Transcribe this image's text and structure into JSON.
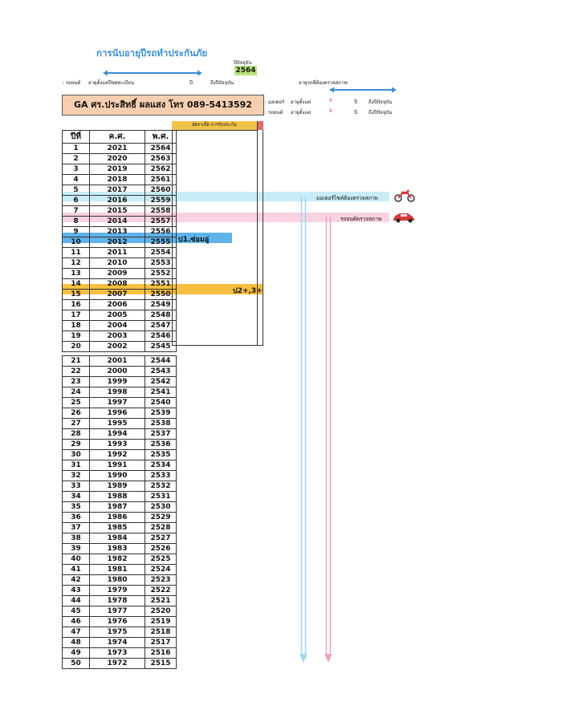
{
  "title": "การนับอายุปีรถทำประกันภัย",
  "current_year_label": "ปีปัจจุบัน",
  "current_year": "2564",
  "left_note": {
    "prefix": ": รถยนต์",
    "text": "อายุตั้งแต่ปีจดทะเบียน",
    "unit": "ปี",
    "to": "ถึงปีปัจจุบัน"
  },
  "inspect_title": "อายุรถที่ต้องตรวจสภาพ",
  "inspect_rows": [
    {
      "label": ": มอเตอร์",
      "text": "อายุตั้งแต่",
      "years": "6",
      "unit": "ปี",
      "to": "ถึงปีปัจจุบัน"
    },
    {
      "label": ": รถยนต์",
      "text": "อายุตั้งแต่",
      "years": "8",
      "unit": "ปี",
      "to": "ถึงปีปัจจุบัน"
    }
  ],
  "agent": "GA ศร.ประสิทธิ์ ผลแสง โทร 089-5413592",
  "insurance_header": "อัตราเบี้ย การรับประกัน",
  "columns": [
    "ปีที่",
    "ค.ศ.",
    "พ.ศ."
  ],
  "table1": [
    [
      "1",
      "2021",
      "2564"
    ],
    [
      "2",
      "2020",
      "2563"
    ],
    [
      "3",
      "2019",
      "2562"
    ],
    [
      "4",
      "2018",
      "2561"
    ],
    [
      "5",
      "2017",
      "2560"
    ],
    [
      "6",
      "2016",
      "2559"
    ],
    [
      "7",
      "2015",
      "2558"
    ],
    [
      "8",
      "2014",
      "2557"
    ],
    [
      "9",
      "2013",
      "2556"
    ],
    [
      "10",
      "2012",
      "2555"
    ],
    [
      "11",
      "2011",
      "2554"
    ],
    [
      "12",
      "2010",
      "2553"
    ],
    [
      "13",
      "2009",
      "2552"
    ],
    [
      "14",
      "2008",
      "2551"
    ],
    [
      "15",
      "2007",
      "2550"
    ],
    [
      "16",
      "2006",
      "2549"
    ],
    [
      "17",
      "2005",
      "2548"
    ],
    [
      "18",
      "2004",
      "2547"
    ],
    [
      "19",
      "2003",
      "2546"
    ],
    [
      "20",
      "2002",
      "2545"
    ]
  ],
  "table2": [
    [
      "21",
      "2001",
      "2544"
    ],
    [
      "22",
      "2000",
      "2543"
    ],
    [
      "23",
      "1999",
      "2542"
    ],
    [
      "24",
      "1998",
      "2541"
    ],
    [
      "25",
      "1997",
      "2540"
    ],
    [
      "26",
      "1996",
      "2539"
    ],
    [
      "27",
      "1995",
      "2538"
    ],
    [
      "28",
      "1994",
      "2537"
    ],
    [
      "29",
      "1993",
      "2536"
    ],
    [
      "30",
      "1992",
      "2535"
    ],
    [
      "31",
      "1991",
      "2534"
    ],
    [
      "32",
      "1990",
      "2533"
    ],
    [
      "33",
      "1989",
      "2532"
    ],
    [
      "34",
      "1988",
      "2531"
    ],
    [
      "35",
      "1987",
      "2530"
    ],
    [
      "36",
      "1986",
      "2529"
    ],
    [
      "37",
      "1985",
      "2528"
    ],
    [
      "38",
      "1984",
      "2527"
    ],
    [
      "39",
      "1983",
      "2526"
    ],
    [
      "40",
      "1982",
      "2525"
    ],
    [
      "41",
      "1981",
      "2524"
    ],
    [
      "42",
      "1980",
      "2523"
    ],
    [
      "43",
      "1979",
      "2522"
    ],
    [
      "44",
      "1978",
      "2521"
    ],
    [
      "45",
      "1977",
      "2520"
    ],
    [
      "46",
      "1976",
      "2519"
    ],
    [
      "47",
      "1975",
      "2518"
    ],
    [
      "48",
      "1974",
      "2517"
    ],
    [
      "49",
      "1973",
      "2516"
    ],
    [
      "50",
      "1972",
      "2515"
    ]
  ],
  "notes": {
    "moto_inspect": "มอเตอร์ไซค์ต้องตรวจสภาพ",
    "car_inspect": "รถยนต์ตรวจสภาพ",
    "row10": "ป1.ซ่อมอู่",
    "row15": "ป2+,3+"
  },
  "icons": [
    "motorcycle-icon",
    "car-icon"
  ],
  "colors": {
    "title": "#3b8fd6",
    "current_year_bg": "#b9e27a",
    "agent_bg": "#f7cfb0",
    "moto_band": "#c8ecf6",
    "car_band": "#f8d2e2",
    "row10_band": "#5fb3ea",
    "row15_band": "#f6bf3f",
    "arrow": "#3b8fd6"
  }
}
